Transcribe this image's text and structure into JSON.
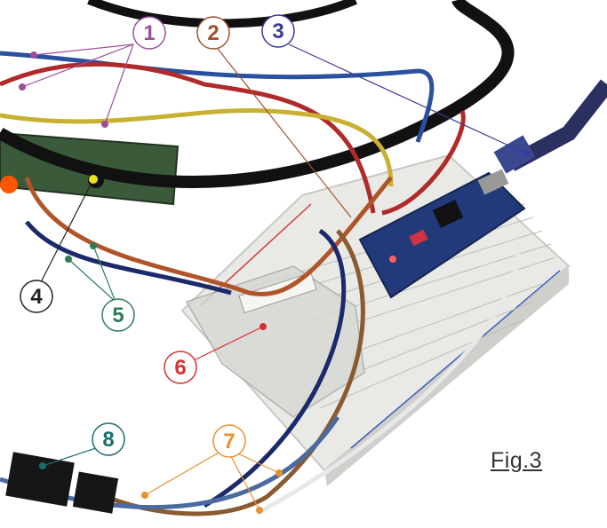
{
  "figure_label": "Fig.3",
  "callouts": [
    {
      "id": "1",
      "label": "1",
      "color": "#9b4f9b"
    },
    {
      "id": "2",
      "label": "2",
      "color": "#a0522d"
    },
    {
      "id": "3",
      "label": "3",
      "color": "#3b3b9b"
    },
    {
      "id": "4",
      "label": "4",
      "color": "#222222"
    },
    {
      "id": "5",
      "label": "5",
      "color": "#2e7d55"
    },
    {
      "id": "6",
      "label": "6",
      "color": "#d63030"
    },
    {
      "id": "7",
      "label": "7",
      "color": "#e8922e"
    },
    {
      "id": "8",
      "label": "8",
      "color": "#1a6e6e"
    }
  ]
}
